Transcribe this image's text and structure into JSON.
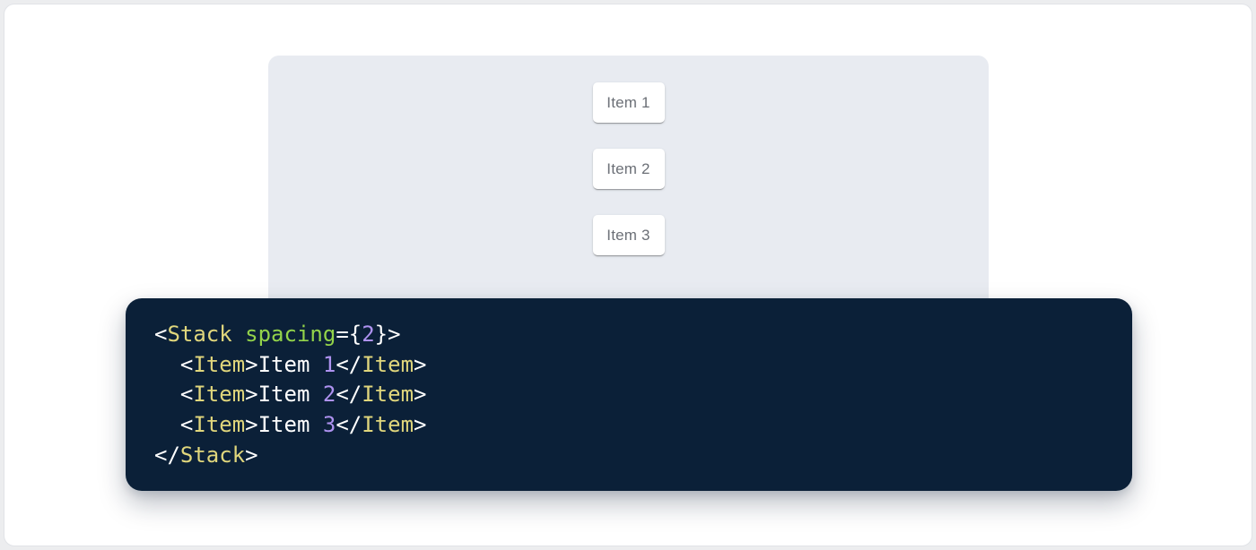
{
  "page": {
    "outer_background": "#ecedef",
    "background": "#ffffff"
  },
  "preview": {
    "panel_background": "#e8ebf1",
    "item_text_color": "#6b6f76",
    "items": [
      {
        "label": "Item 1"
      },
      {
        "label": "Item 2"
      },
      {
        "label": "Item 3"
      }
    ]
  },
  "code": {
    "colors": {
      "background": "#0b2038",
      "tag": "#e0d67c",
      "attribute": "#93d34a",
      "number": "#ae92f0",
      "plain": "#ffffff"
    },
    "lines": [
      [
        {
          "t": "<",
          "c": "plain"
        },
        {
          "t": "Stack",
          "c": "tag"
        },
        {
          "t": " ",
          "c": "plain"
        },
        {
          "t": "spacing",
          "c": "attribute"
        },
        {
          "t": "={",
          "c": "plain"
        },
        {
          "t": "2",
          "c": "number"
        },
        {
          "t": "}>",
          "c": "plain"
        }
      ],
      [
        {
          "t": "  <",
          "c": "plain"
        },
        {
          "t": "Item",
          "c": "tag"
        },
        {
          "t": ">",
          "c": "plain"
        },
        {
          "t": "Item ",
          "c": "plain"
        },
        {
          "t": "1",
          "c": "number"
        },
        {
          "t": "</",
          "c": "plain"
        },
        {
          "t": "Item",
          "c": "tag"
        },
        {
          "t": ">",
          "c": "plain"
        }
      ],
      [
        {
          "t": "  <",
          "c": "plain"
        },
        {
          "t": "Item",
          "c": "tag"
        },
        {
          "t": ">",
          "c": "plain"
        },
        {
          "t": "Item ",
          "c": "plain"
        },
        {
          "t": "2",
          "c": "number"
        },
        {
          "t": "</",
          "c": "plain"
        },
        {
          "t": "Item",
          "c": "tag"
        },
        {
          "t": ">",
          "c": "plain"
        }
      ],
      [
        {
          "t": "  <",
          "c": "plain"
        },
        {
          "t": "Item",
          "c": "tag"
        },
        {
          "t": ">",
          "c": "plain"
        },
        {
          "t": "Item ",
          "c": "plain"
        },
        {
          "t": "3",
          "c": "number"
        },
        {
          "t": "</",
          "c": "plain"
        },
        {
          "t": "Item",
          "c": "tag"
        },
        {
          "t": ">",
          "c": "plain"
        }
      ],
      [
        {
          "t": "</",
          "c": "plain"
        },
        {
          "t": "Stack",
          "c": "tag"
        },
        {
          "t": ">",
          "c": "plain"
        }
      ]
    ]
  }
}
